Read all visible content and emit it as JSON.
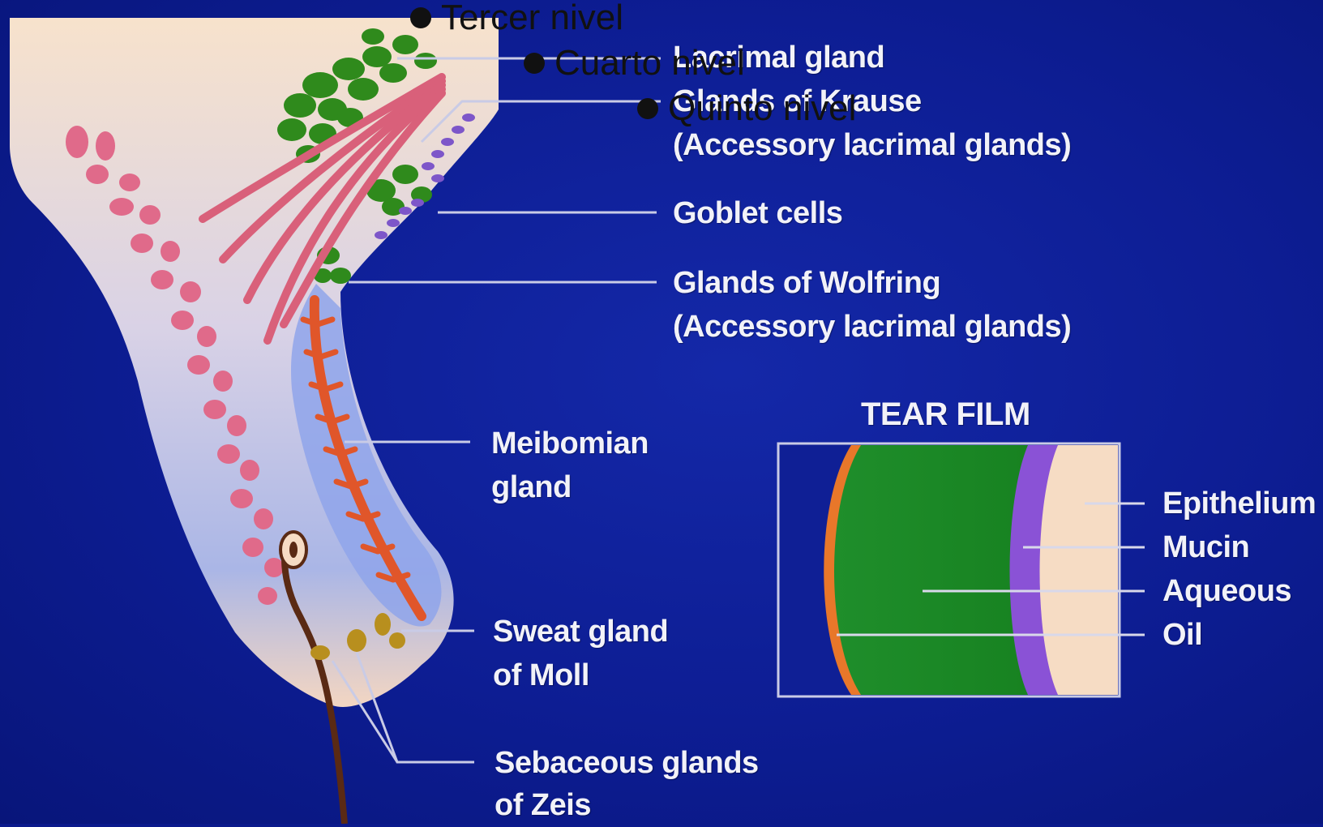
{
  "overlay_levels": [
    "Tercer nivel",
    "Cuarto nivel",
    "Quinto nivel"
  ],
  "labels": {
    "lacrimal_gland": "Lacrimal gland",
    "glands_of_krause": "Glands of Krause",
    "krause_sub": "(Accessory lacrimal glands)",
    "goblet_cells": "Goblet cells",
    "glands_of_wolfring": "Glands of Wolfring",
    "wolfring_sub": "(Accessory lacrimal glands)",
    "meibomian_1": "Meibomian",
    "meibomian_2": "gland",
    "moll_1": "Sweat gland",
    "moll_2": "of Moll",
    "zeis_1": "Sebaceous glands",
    "zeis_2": "of Zeis"
  },
  "tear_film": {
    "title": "TEAR FILM",
    "layers": [
      "Epithelium",
      "Mucin",
      "Aqueous",
      "Oil"
    ]
  },
  "colors": {
    "background": "#0d1d93",
    "tissue": "#f6dcc4",
    "lacrimal_green": "#2f8a1c",
    "muscle_pink": "#d9607a",
    "meibomian_orange": "#e0562a",
    "tarsus_blue": "#8ea6e8",
    "aqueous_green": "#1f8a2a",
    "mucin_purple": "#8a52d6",
    "oil_orange": "#e07020"
  }
}
